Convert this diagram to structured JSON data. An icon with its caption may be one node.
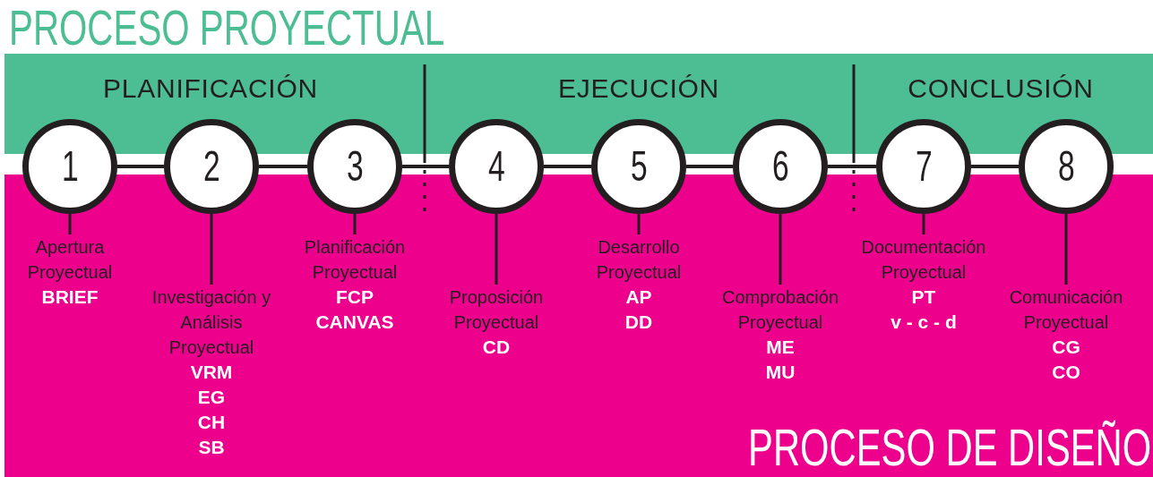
{
  "diagram": {
    "title": "PROCESO PROYECTUAL",
    "nodes": [
      {
        "text": [
          "PLANIFICACIÓN"
        ]
      },
      {
        "text": [
          "EJECUCIÓN"
        ]
      },
      {
        "text": [
          "CONCLUSIÓN"
        ]
      },
      {
        "text": [
          "1"
        ]
      },
      {
        "text": [
          "2"
        ]
      },
      {
        "text": [
          "3"
        ]
      },
      {
        "text": [
          "4"
        ]
      },
      {
        "text": [
          "5"
        ]
      },
      {
        "text": [
          "6"
        ]
      },
      {
        "text": [
          "7"
        ]
      },
      {
        "text": [
          "8"
        ]
      },
      {
        "text": [
          "Apertura Proyectual",
          "BRIEF"
        ]
      },
      {
        "text": [
          "Investigación y Análisis Proyectual",
          "VRM",
          "EG",
          "CH",
          "SB"
        ]
      },
      {
        "text": [
          "Planificación Proyectual",
          "FCP",
          "CANVAS"
        ]
      },
      {
        "text": [
          "Proposición Proyectual",
          "CD"
        ]
      },
      {
        "text": [
          "Desarrollo Proyectual",
          "AP",
          "DD"
        ]
      },
      {
        "text": [
          "Comprobación Proyectual",
          "ME",
          "MU"
        ]
      },
      {
        "text": [
          "Documentación Proyectual",
          "PT",
          "v - c - d"
        ]
      },
      {
        "text": [
          "Comunicación Proyectual",
          "CG",
          "CO"
        ]
      }
    ],
    "edges": [
      {
        "from": 3,
        "to": 4,
        "arrow": "none"
      },
      {
        "from": 4,
        "to": 5,
        "arrow": "none"
      },
      {
        "from": 5,
        "to": 6,
        "arrow": "none"
      },
      {
        "from": 6,
        "to": 7,
        "arrow": "none"
      },
      {
        "from": 7,
        "to": 8,
        "arrow": "none"
      },
      {
        "from": 8,
        "to": 9,
        "arrow": "none"
      },
      {
        "from": 9,
        "to": 10,
        "arrow": "none"
      },
      {
        "from": 3,
        "to": 11,
        "arrow": "none"
      },
      {
        "from": 4,
        "to": 12,
        "arrow": "none"
      },
      {
        "from": 5,
        "to": 13,
        "arrow": "none"
      },
      {
        "from": 6,
        "to": 14,
        "arrow": "none"
      },
      {
        "from": 7,
        "to": 15,
        "arrow": "none"
      },
      {
        "from": 8,
        "to": 16,
        "arrow": "none"
      },
      {
        "from": 9,
        "to": 17,
        "arrow": "none"
      },
      {
        "from": 10,
        "to": 18,
        "arrow": "none"
      }
    ],
    "labels": [
      "PROCESO DE DISEÑO"
    ]
  }
}
